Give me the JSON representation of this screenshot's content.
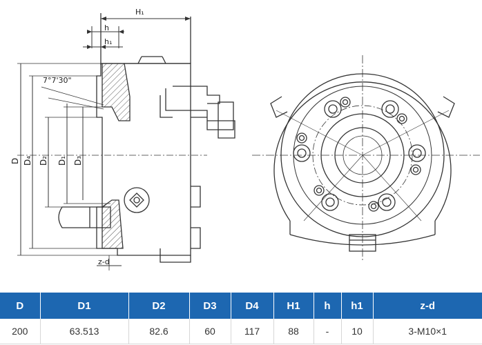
{
  "drawing": {
    "side_view_labels": {
      "H1": "H₁",
      "h": "h",
      "h1": "h₁",
      "angle": "7°7'30\"",
      "D": "D",
      "D4": "D₄",
      "D2": "D₂",
      "D1": "D₁",
      "D3": "D₃",
      "z_d": "z-d"
    }
  },
  "table": {
    "headers": [
      "D",
      "D1",
      "D2",
      "D3",
      "D4",
      "H1",
      "h",
      "h1",
      "z-d"
    ],
    "rows": [
      [
        "200",
        "63.513",
        "82.6",
        "60",
        "117",
        "88",
        "-",
        "10",
        "3-M10×1"
      ]
    ],
    "colors": {
      "header_bg": "#1d67b1",
      "header_text": "#ffffff"
    }
  }
}
